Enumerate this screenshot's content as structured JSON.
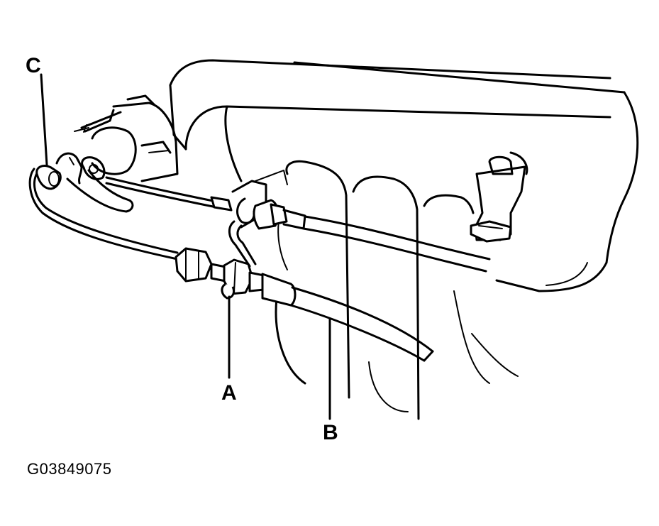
{
  "callouts": {
    "c": "C",
    "a": "A",
    "b": "B"
  },
  "figure_code": "G03849075"
}
